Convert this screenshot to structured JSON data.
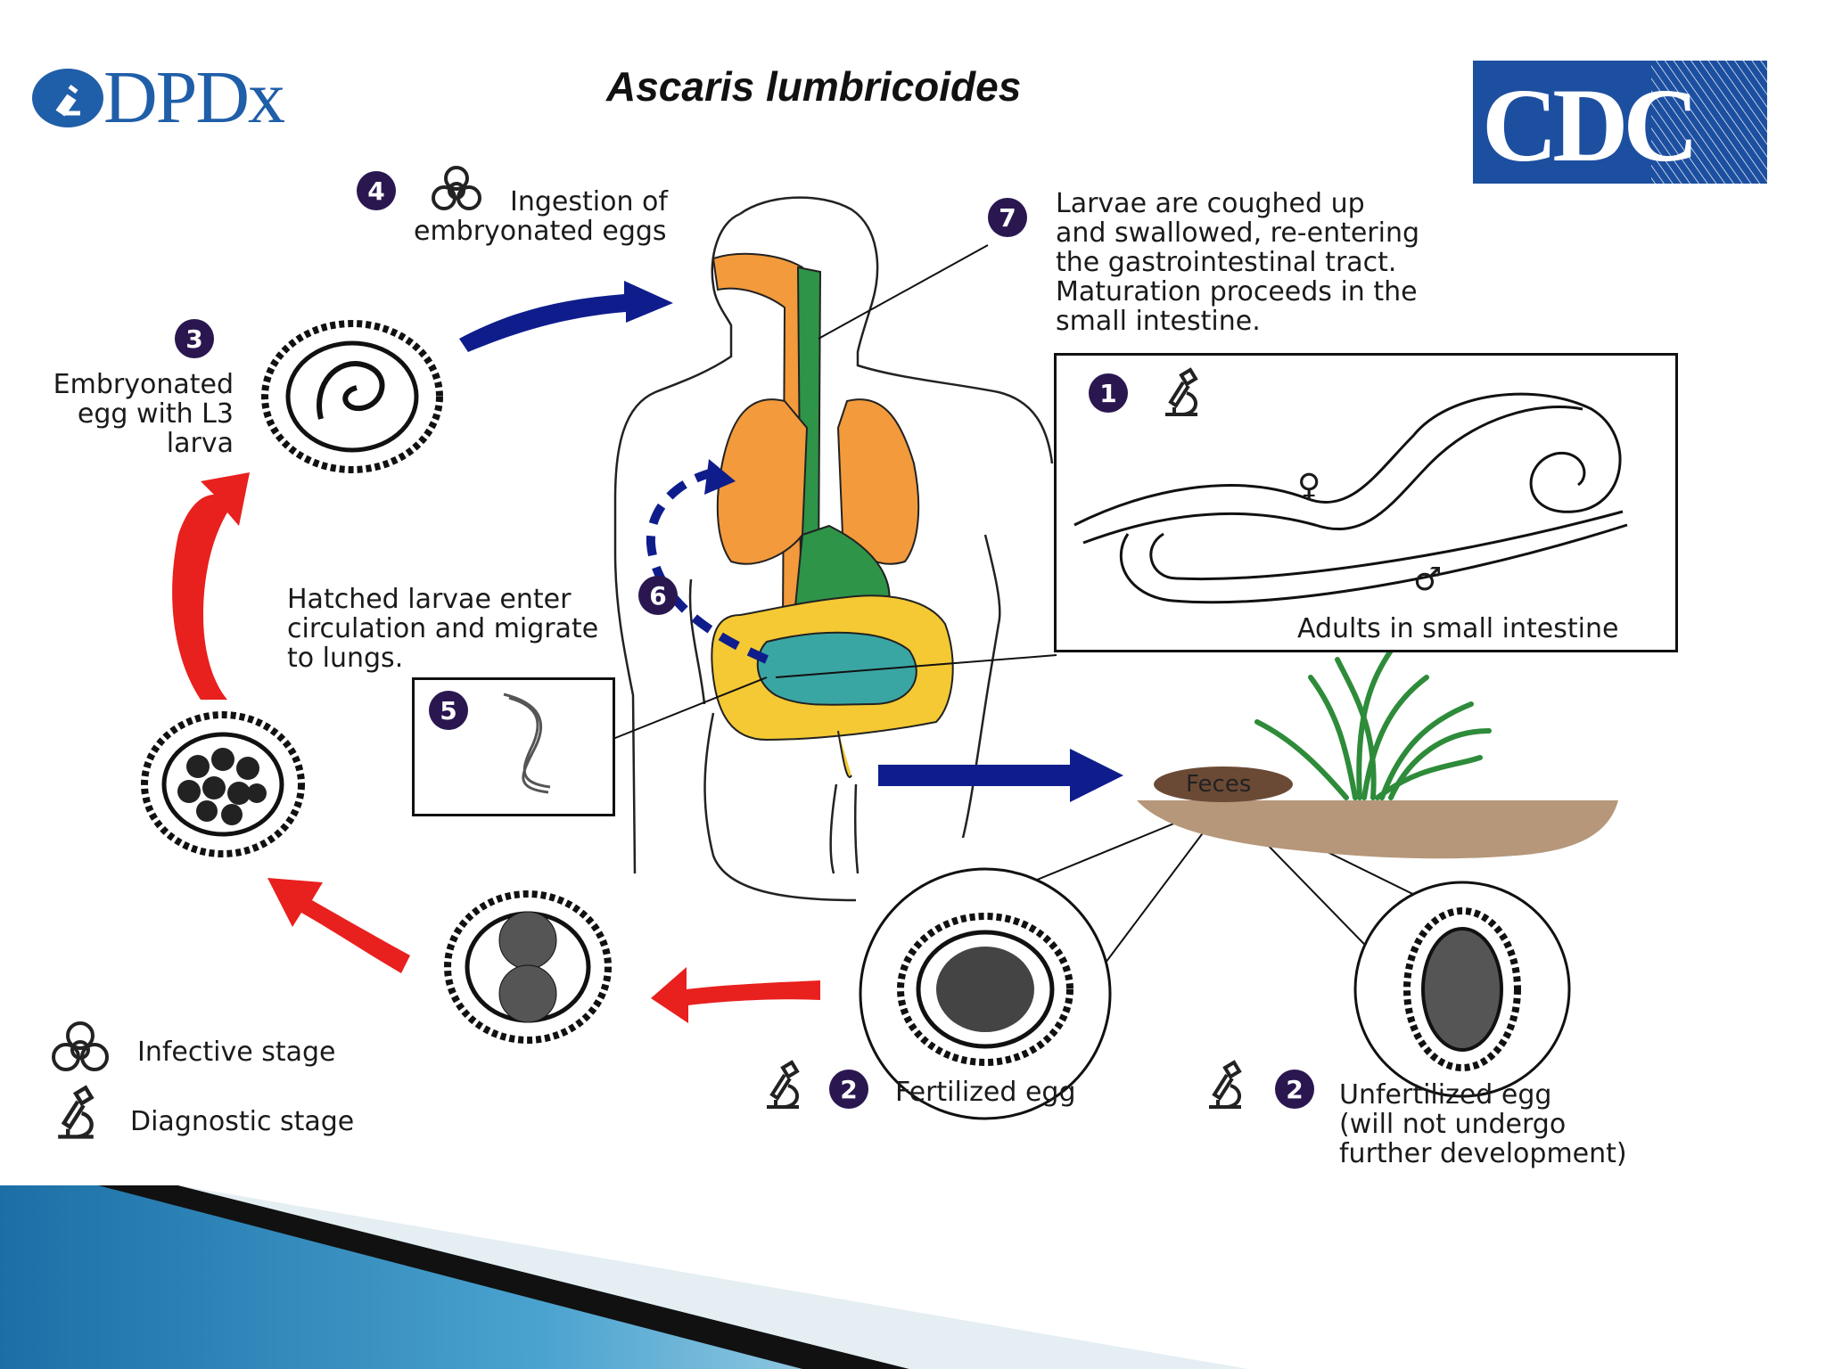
{
  "header": {
    "title": "Ascaris lumbricoides",
    "dpdx_logo_text": "DPDx",
    "cdc_logo_text": "CDC"
  },
  "steps": {
    "s1": {
      "number": "1",
      "caption": "Adults in small intestine"
    },
    "s2a": {
      "number": "2",
      "caption": "Fertilized egg"
    },
    "s2b": {
      "number": "2",
      "caption_lines": [
        "Unfertilized egg",
        "(will not undergo",
        "further development)"
      ]
    },
    "s3": {
      "number": "3",
      "caption_lines": [
        "Embryonated",
        "egg with L3",
        "larva"
      ]
    },
    "s4": {
      "number": "4",
      "caption_lines": [
        "Ingestion of",
        "embryonated eggs"
      ]
    },
    "s5": {
      "number": "5"
    },
    "s6": {
      "number": "6",
      "caption_lines": [
        "Hatched larvae enter",
        "circulation and migrate",
        "to lungs."
      ]
    },
    "s7": {
      "number": "7",
      "caption_lines": [
        "Larvae are coughed up",
        "and swallowed, re-entering",
        "the gastrointestinal tract.",
        "Maturation proceeds in the",
        "small intestine."
      ]
    }
  },
  "feces_label": "Feces",
  "symbols": {
    "female": "♀",
    "male": "♂"
  },
  "legend": {
    "infective": {
      "icon": "biohazard-icon",
      "label": "Infective stage"
    },
    "diagnostic": {
      "icon": "microscope-icon",
      "label": "Diagnostic stage"
    }
  },
  "colors": {
    "badge": "#2a1750",
    "blue_arrow": "#0f1d8c",
    "red_arrow": "#e8201e",
    "lungs": "#f29a3c",
    "stomach": "#2e9448",
    "small_intestine": "#3aa6a3",
    "large_intestine": "#f4c933",
    "dpdx_blue": "#1f5ea8",
    "cdc_blue": "#1d4fa0"
  }
}
